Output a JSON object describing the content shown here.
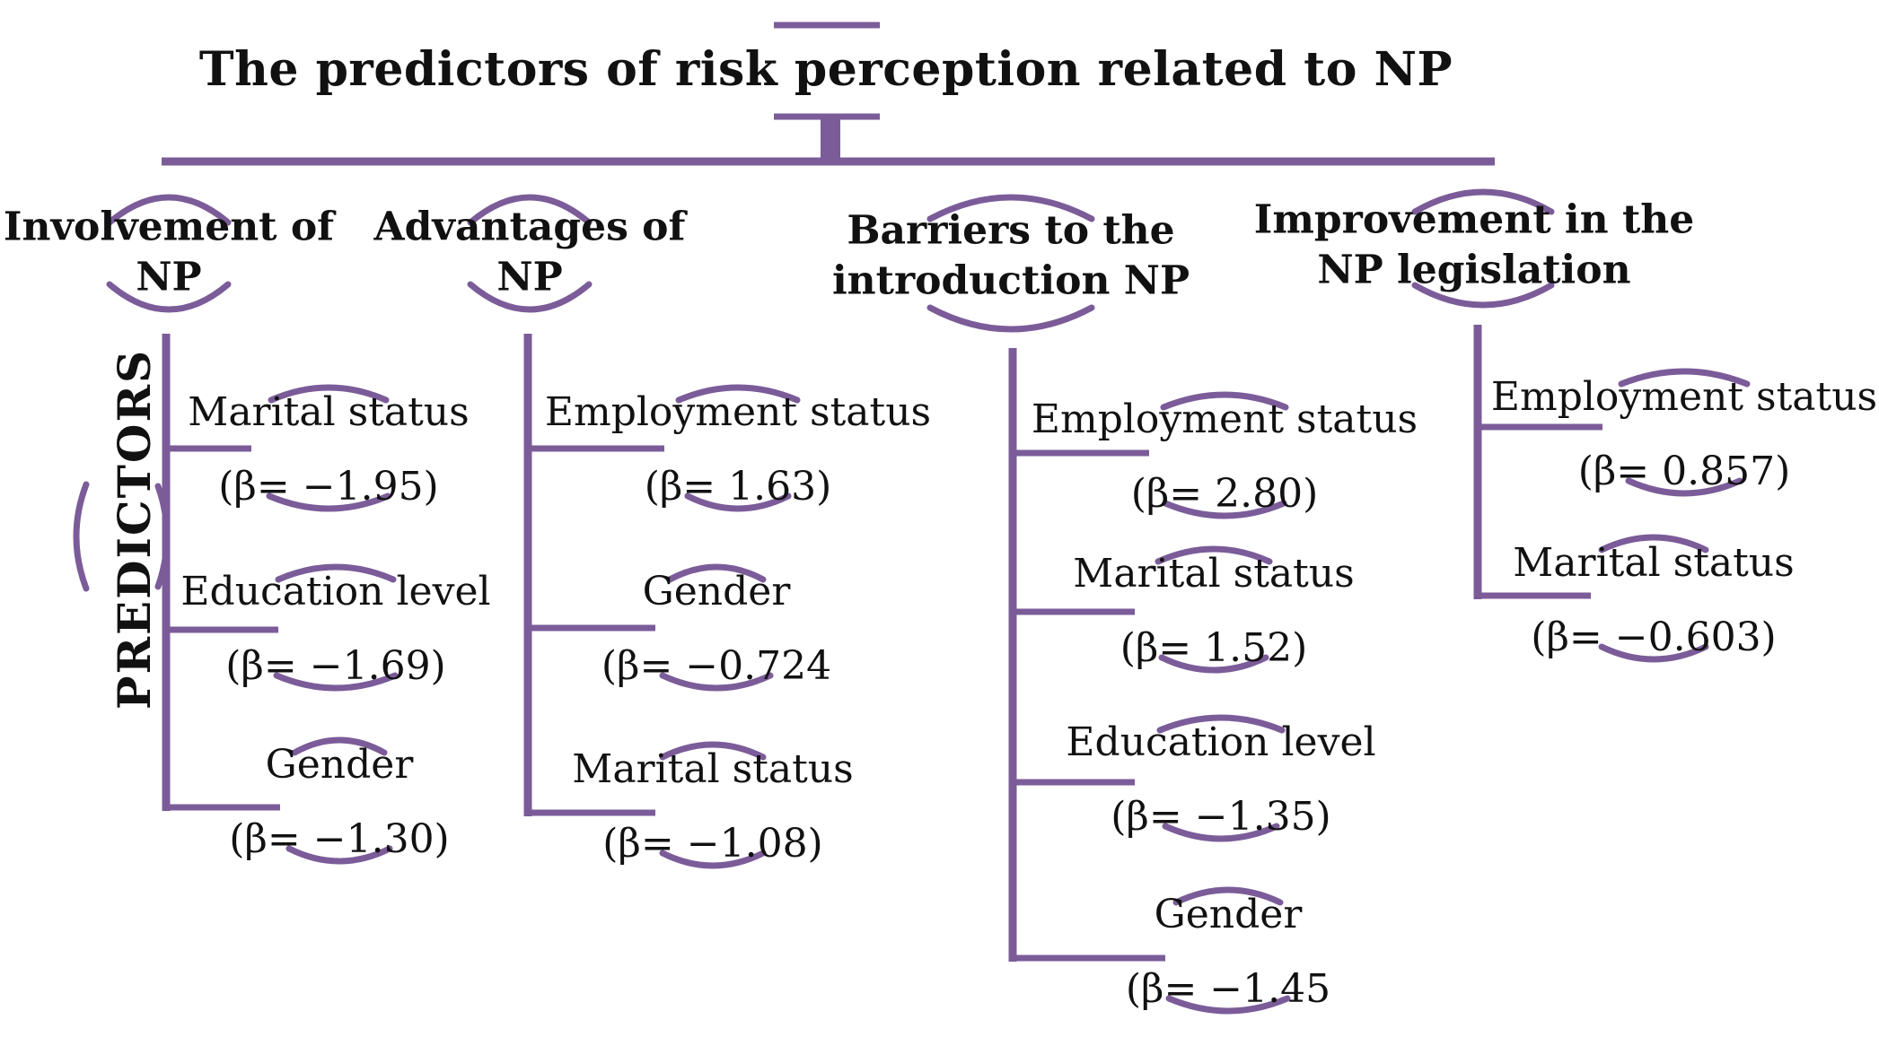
{
  "diagram": {
    "title": "The predictors of risk perception related to NP",
    "side_label": "PREDICTORS",
    "colors": {
      "line": "#7B5C99",
      "text": "#111111"
    },
    "categories": [
      {
        "heading": "Involvement of\nNP",
        "predictors": [
          {
            "label": "Marital status",
            "beta": "(β= −1.95)"
          },
          {
            "label": "Education level",
            "beta": "(β= −1.69)"
          },
          {
            "label": "Gender",
            "beta": "(β= −1.30)"
          }
        ]
      },
      {
        "heading": "Advantages of\nNP",
        "predictors": [
          {
            "label": "Employment status",
            "beta": "(β= 1.63)"
          },
          {
            "label": "Gender",
            "beta": "(β= −0.724"
          },
          {
            "label": "Marital status",
            "beta": "(β= −1.08)"
          }
        ]
      },
      {
        "heading": "Barriers to the\nintroduction NP",
        "predictors": [
          {
            "label": "Employment status",
            "beta": "(β= 2.80)"
          },
          {
            "label": "Marital status",
            "beta": "(β= 1.52)"
          },
          {
            "label": "Education level",
            "beta": "(β= −1.35)"
          },
          {
            "label": "Gender",
            "beta": "(β= −1.45"
          }
        ]
      },
      {
        "heading": "Improvement in the\nNP legislation",
        "predictors": [
          {
            "label": "Employment status",
            "beta": "(β= 0.857)"
          },
          {
            "label": "Marital status",
            "beta": "(β= −0.603)"
          }
        ]
      }
    ]
  }
}
